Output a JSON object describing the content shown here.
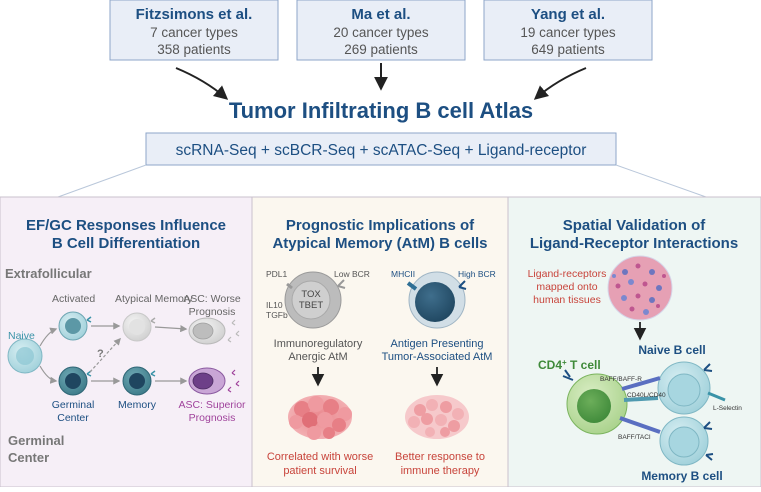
{
  "studies": [
    {
      "author": "Fitzsimons et al.",
      "cancer_types": "7 cancer types",
      "patients": "358 patients"
    },
    {
      "author": "Ma et al.",
      "cancer_types": "20 cancer types",
      "patients": "269 patients"
    },
    {
      "author": "Yang et al.",
      "cancer_types": "19 cancer types",
      "patients": "649 patients"
    }
  ],
  "atlas_title": "Tumor Infiltrating B cell Atlas",
  "methods": "scRNA-Seq + scBCR-Seq + scATAC-Seq + Ligand-receptor",
  "panel1": {
    "title_lines": [
      "EF/GC Responses Influence",
      "B Cell Differentiation"
    ],
    "extrafollicular": "Extrafollicular",
    "activated": "Activated",
    "atypical_memory": "Atypical Memory",
    "asc_worse_lines": [
      "ASC: Worse",
      "Prognosis"
    ],
    "naive": "Naive",
    "question": "?",
    "germinal_center_small_lines": [
      "Germinal",
      "Center"
    ],
    "memory": "Memory",
    "asc_superior_lines": [
      "ASC: Superior",
      "Prognosis"
    ],
    "germinal_center_lines": [
      "Germinal",
      "Center"
    ]
  },
  "panel2": {
    "title_lines": [
      "Prognostic Implications of",
      "Atypical Memory (AtM) B cells"
    ],
    "pdl1": "PDL1",
    "low_bcr": "Low BCR",
    "tox": "TOX",
    "tbet": "TBET",
    "il10": "IL10",
    "tgfb": "TGFb",
    "mhcii": "MHCII",
    "high_bcr": "High BCR",
    "immunoreg_lines": [
      "Immunoregulatory",
      "Anergic AtM"
    ],
    "antigen_lines": [
      "Antigen Presenting",
      "Tumor-Associated AtM"
    ],
    "worse_lines": [
      "Correlated with worse",
      "patient survival"
    ],
    "better_lines": [
      "Better response to",
      "immune therapy"
    ]
  },
  "panel3": {
    "title_lines": [
      "Spatial Validation of",
      "Ligand-Receptor Interactions"
    ],
    "ligand_lines": [
      "Ligand-receptors",
      "mapped onto",
      "human tissues"
    ],
    "naive_b": "Naive B cell",
    "cd4_t": "CD4",
    "cd4_sup": "+",
    "cd4_rest": " T cell",
    "baff_r": "BAFF/BAFF-R",
    "l_selectin": "L-Selectin",
    "cd40": "CD40L/CD40",
    "baff_taci": "BAFF/TACI",
    "memory_b": "Memory B cell"
  },
  "colors": {
    "title_blue": "#1d4f82",
    "box_fill": "#e9eef7",
    "box_border": "#8ea6c9",
    "gray_text": "#6e6e6e",
    "teal": "#3a93a8",
    "purple": "#a0449c",
    "red_text": "#c8443b"
  }
}
